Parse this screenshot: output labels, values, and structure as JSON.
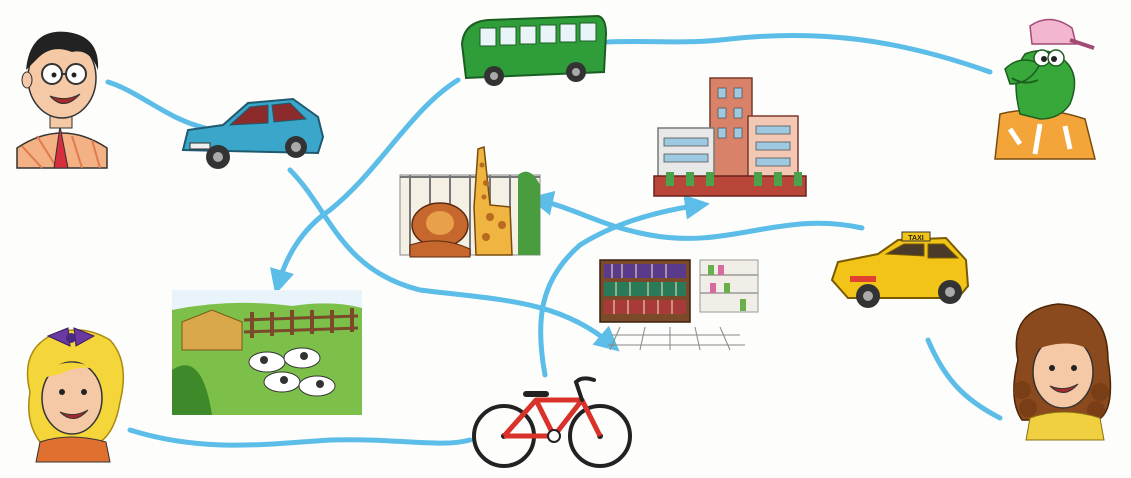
{
  "colors": {
    "path": "#5bbde8",
    "background": "#fdfdfb",
    "bus": "#2f9e3a",
    "car": "#3aa6c9",
    "taxi": "#f2c417",
    "bicycle": "#d8322a",
    "building": "#d9826a",
    "farm_grass": "#7cc04a"
  },
  "people": [
    {
      "id": "boy",
      "icon": "boy-with-glasses-icon"
    },
    {
      "id": "dinosaur",
      "icon": "green-dinosaur-cap-icon"
    },
    {
      "id": "girl-bow",
      "icon": "blonde-girl-purple-bow-icon"
    },
    {
      "id": "girl-curly",
      "icon": "brown-curly-hair-girl-icon"
    }
  ],
  "vehicles": [
    {
      "id": "car",
      "icon": "blue-car-icon"
    },
    {
      "id": "bus",
      "icon": "green-bus-icon"
    },
    {
      "id": "taxi",
      "icon": "yellow-taxi-icon"
    },
    {
      "id": "bicycle",
      "icon": "red-bicycle-icon"
    }
  ],
  "places": [
    {
      "id": "zoo",
      "icon": "zoo-giraffe-lion-icon"
    },
    {
      "id": "school",
      "icon": "school-building-icon"
    },
    {
      "id": "library",
      "icon": "library-bookshelves-icon"
    },
    {
      "id": "farm",
      "icon": "farm-cows-icon"
    }
  ],
  "taxi_sign": "TAXI",
  "connections": [
    {
      "from": "boy",
      "via": "car",
      "to": "library"
    },
    {
      "from": "dinosaur",
      "via": "bus",
      "to": "farm"
    },
    {
      "from": "girl-bow",
      "via": "bicycle",
      "to": "school"
    },
    {
      "from": "girl-curly",
      "via": "taxi",
      "to": "zoo"
    }
  ]
}
